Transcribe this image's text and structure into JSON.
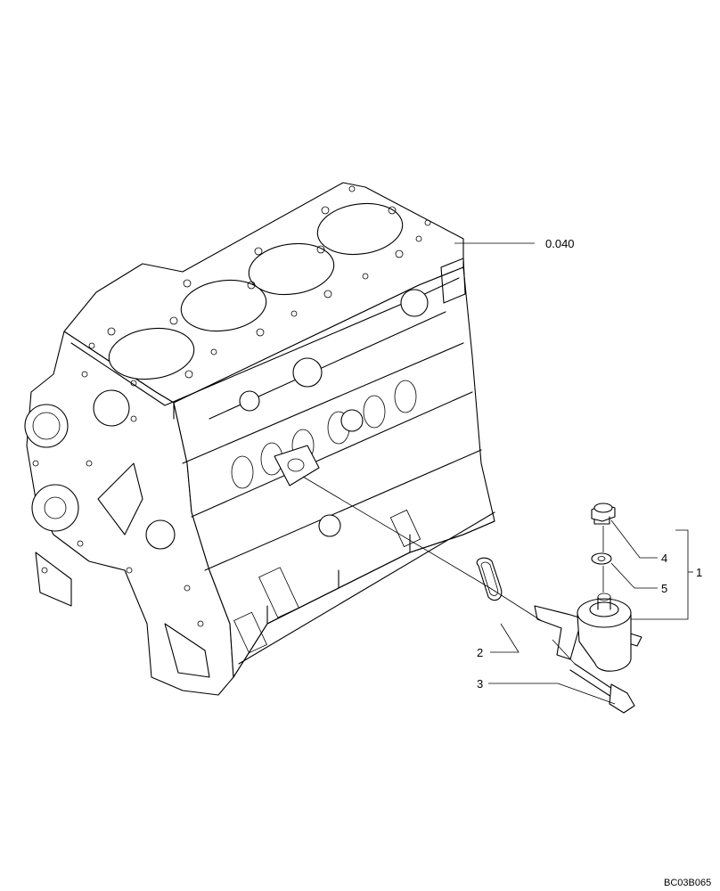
{
  "callouts": {
    "block_ref": "0.040",
    "item_1": "1",
    "item_2": "2",
    "item_3": "3",
    "item_4": "4",
    "item_5": "5"
  },
  "figure_ref": "BC03B065"
}
